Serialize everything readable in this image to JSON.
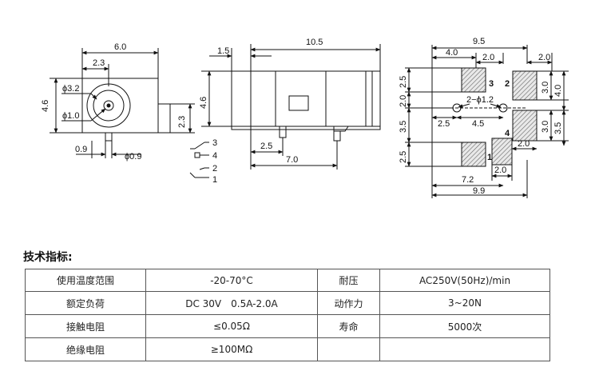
{
  "drawing": {
    "front_view": {
      "width_label": "6.0",
      "offset_label": "2.3",
      "outer_dia_label": "ϕ3.2",
      "inner_dia_label": "ϕ1.0",
      "height_label": "4.6",
      "pin_height_label": "2.3",
      "pin_offset_label": "0.9",
      "pin_dia_label": "ϕ0.9"
    },
    "side_view": {
      "length_label": "10.5",
      "front_label": "1.5",
      "height_label": "4.6",
      "pin_offset_label": "2.5",
      "pin_span_label": "7.0"
    },
    "schematic": {
      "pin_labels": [
        "3",
        "4",
        "2",
        "1"
      ]
    },
    "pad_layout": {
      "overall_width_label": "9.5",
      "dim_4_0": "4.0",
      "dim_2_0_top": "2.0",
      "dim_2_0_right": "2.0",
      "dim_2_5_top": "2.5",
      "dim_2_0_left": "2.0",
      "dim_3_5_left": "3.5",
      "dim_2_5_bottom": "2.5",
      "hole_label": "2−ϕ1.2",
      "hole_x_2_5": "2.5",
      "hole_span_4_5": "4.5",
      "dim_3_0_right_top": "3.0",
      "dim_4_0_right": "4.0",
      "dim_3_0_right_bottom": "3.0",
      "dim_3_5_right": "3.5",
      "dim_2_0_pad": "2.0",
      "dim_2_0_bottom": "2.0",
      "dim_7_2": "7.2",
      "dim_9_9": "9.9",
      "pad_numbers": [
        "3",
        "2",
        "4",
        "1"
      ]
    }
  },
  "heading": "技术指标:",
  "specs": {
    "rows": [
      [
        "使用温度范围",
        "-20-70°C",
        "耐压",
        "AC250V(50Hz)/min"
      ],
      [
        "额定负荷",
        "DC 30V　0.5A-2.0A",
        "动作力",
        "3~20N"
      ],
      [
        "接触电阻",
        "≤0.05Ω",
        "寿命",
        "5000次"
      ],
      [
        "绝缘电阻",
        "≥100MΩ",
        "",
        ""
      ]
    ]
  }
}
